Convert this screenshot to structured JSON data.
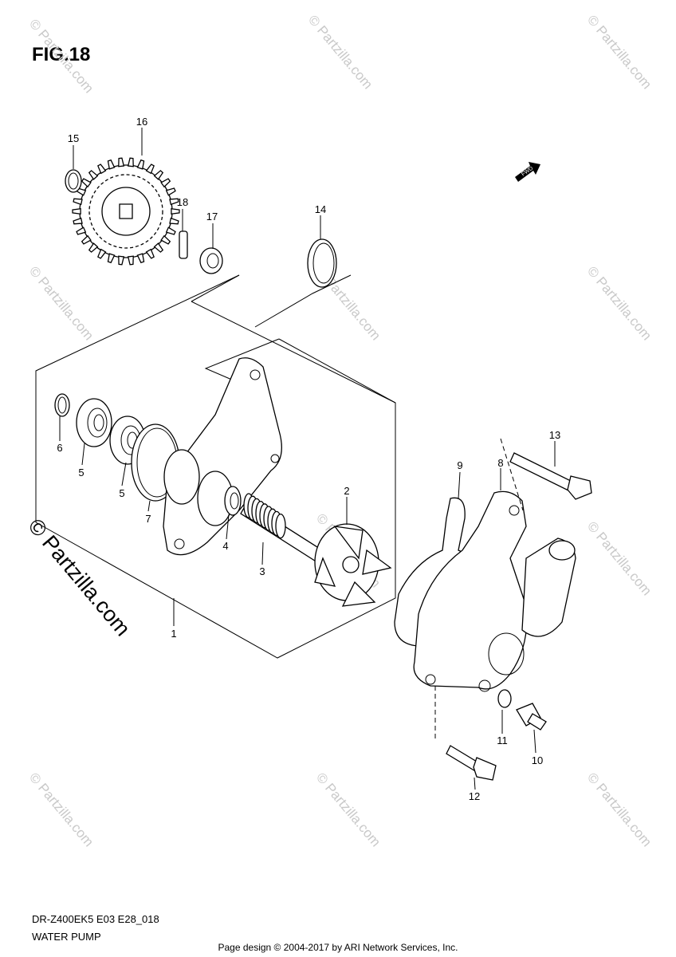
{
  "figure": {
    "title": "FIG.18"
  },
  "fwd_badge": "FWD",
  "callouts": {
    "c1": "1",
    "c2": "2",
    "c3": "3",
    "c4": "4",
    "c5a": "5",
    "c5b": "5",
    "c6": "6",
    "c7": "7",
    "c8": "8",
    "c9": "9",
    "c10": "10",
    "c11": "11",
    "c12": "12",
    "c13": "13",
    "c14": "14",
    "c15": "15",
    "c16": "16",
    "c17": "17",
    "c18": "18"
  },
  "watermark": {
    "small": "© Partzilla.com",
    "large": "© Partzilla.com"
  },
  "model_code": "DR-Z400EK5 E03 E28_018",
  "caption": "WATER PUMP",
  "footer": "Page design © 2004-2017 by ARI Network Services, Inc."
}
